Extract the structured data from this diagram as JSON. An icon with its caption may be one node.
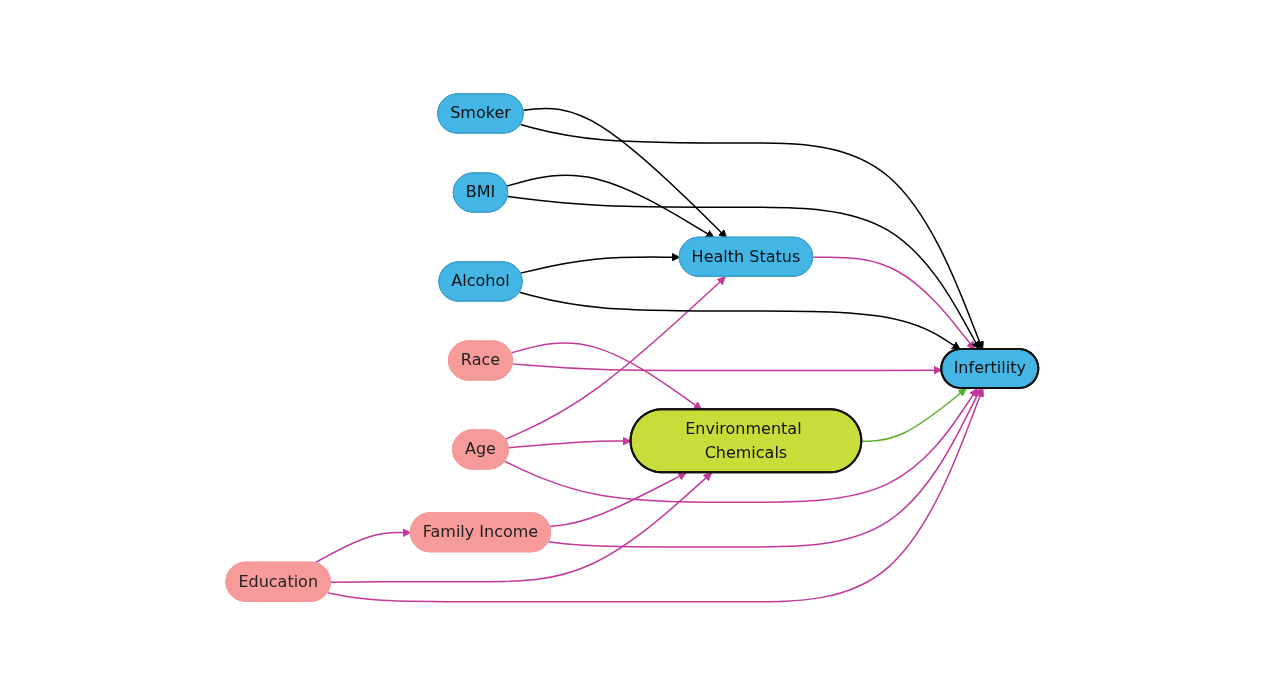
{
  "diagram": {
    "nodes": [
      {
        "text": [
          "Race"
        ]
      },
      {
        "text": [
          "Smoker"
        ]
      },
      {
        "text": [
          "Age"
        ]
      },
      {
        "text": [
          "Health Status"
        ]
      },
      {
        "text": [
          "BMI"
        ]
      },
      {
        "text": [
          "Alcohol"
        ]
      },
      {
        "text": [
          "Education"
        ]
      },
      {
        "text": [
          "Family Income"
        ]
      },
      {
        "text": [
          "Environmental Chemicals"
        ]
      },
      {
        "text": [
          "Infertility"
        ]
      }
    ],
    "edges": [
      {
        "from": 0,
        "to": 8,
        "arrow": "to"
      },
      {
        "from": 0,
        "to": 9,
        "arrow": "to"
      },
      {
        "from": 2,
        "to": 3,
        "arrow": "to"
      },
      {
        "from": 2,
        "to": 8,
        "arrow": "to"
      },
      {
        "from": 2,
        "to": 9,
        "arrow": "to"
      },
      {
        "from": 6,
        "to": 7,
        "arrow": "to"
      },
      {
        "from": 6,
        "to": 8,
        "arrow": "to"
      },
      {
        "from": 6,
        "to": 9,
        "arrow": "to"
      },
      {
        "from": 7,
        "to": 8,
        "arrow": "to"
      },
      {
        "from": 7,
        "to": 9,
        "arrow": "to"
      },
      {
        "from": 1,
        "to": 3,
        "arrow": "to",
        "color": "#000000"
      },
      {
        "from": 4,
        "to": 3,
        "arrow": "to",
        "color": "#000000"
      },
      {
        "from": 5,
        "to": 3,
        "arrow": "to",
        "color": "#000000"
      },
      {
        "from": 3,
        "to": 9,
        "arrow": "to"
      },
      {
        "from": 1,
        "to": 9,
        "arrow": "to",
        "color": "#000000"
      },
      {
        "from": 4,
        "to": 9,
        "arrow": "to",
        "color": "#000000"
      },
      {
        "from": 5,
        "to": 9,
        "arrow": "to",
        "color": "#000000"
      },
      {
        "from": 8,
        "to": 9,
        "arrow": "to",
        "color": "#5cb030"
      }
    ]
  }
}
